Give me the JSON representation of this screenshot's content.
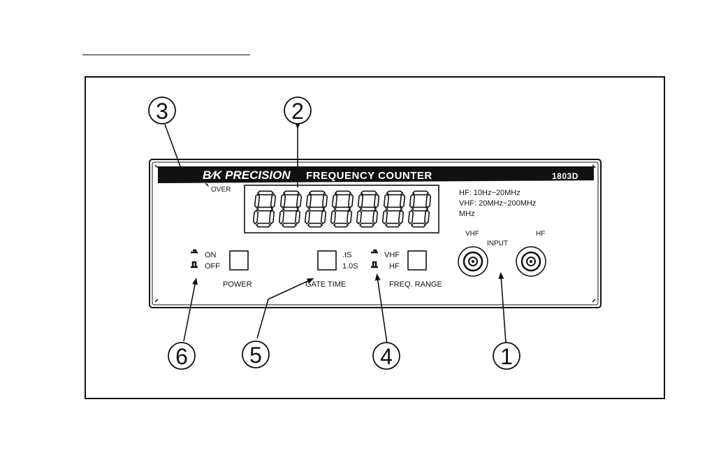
{
  "panel": {
    "brand": "B⁄K PRECISION",
    "title": "FREQUENCY COUNTER",
    "model": "1803D",
    "over_label": "OVER",
    "display_digits": "8888888"
  },
  "specs": {
    "hf": "HF: 10Hz~20MHz",
    "vhf": "VHF: 20MHz~200MHz",
    "unit": "MHz"
  },
  "controls": {
    "power": {
      "on": "ON",
      "off": "OFF",
      "label": "POWER"
    },
    "gate_time": {
      "short": ".IS",
      "long": "1.0S",
      "label": "GATE TIME"
    },
    "freq_range": {
      "vhf": "VHF",
      "hf": "HF",
      "label": "FREQ. RANGE"
    },
    "input": {
      "label": "INPUT",
      "vhf": "VHF",
      "hf": "HF"
    }
  },
  "callouts": [
    "1",
    "2",
    "3",
    "4",
    "5",
    "6"
  ]
}
